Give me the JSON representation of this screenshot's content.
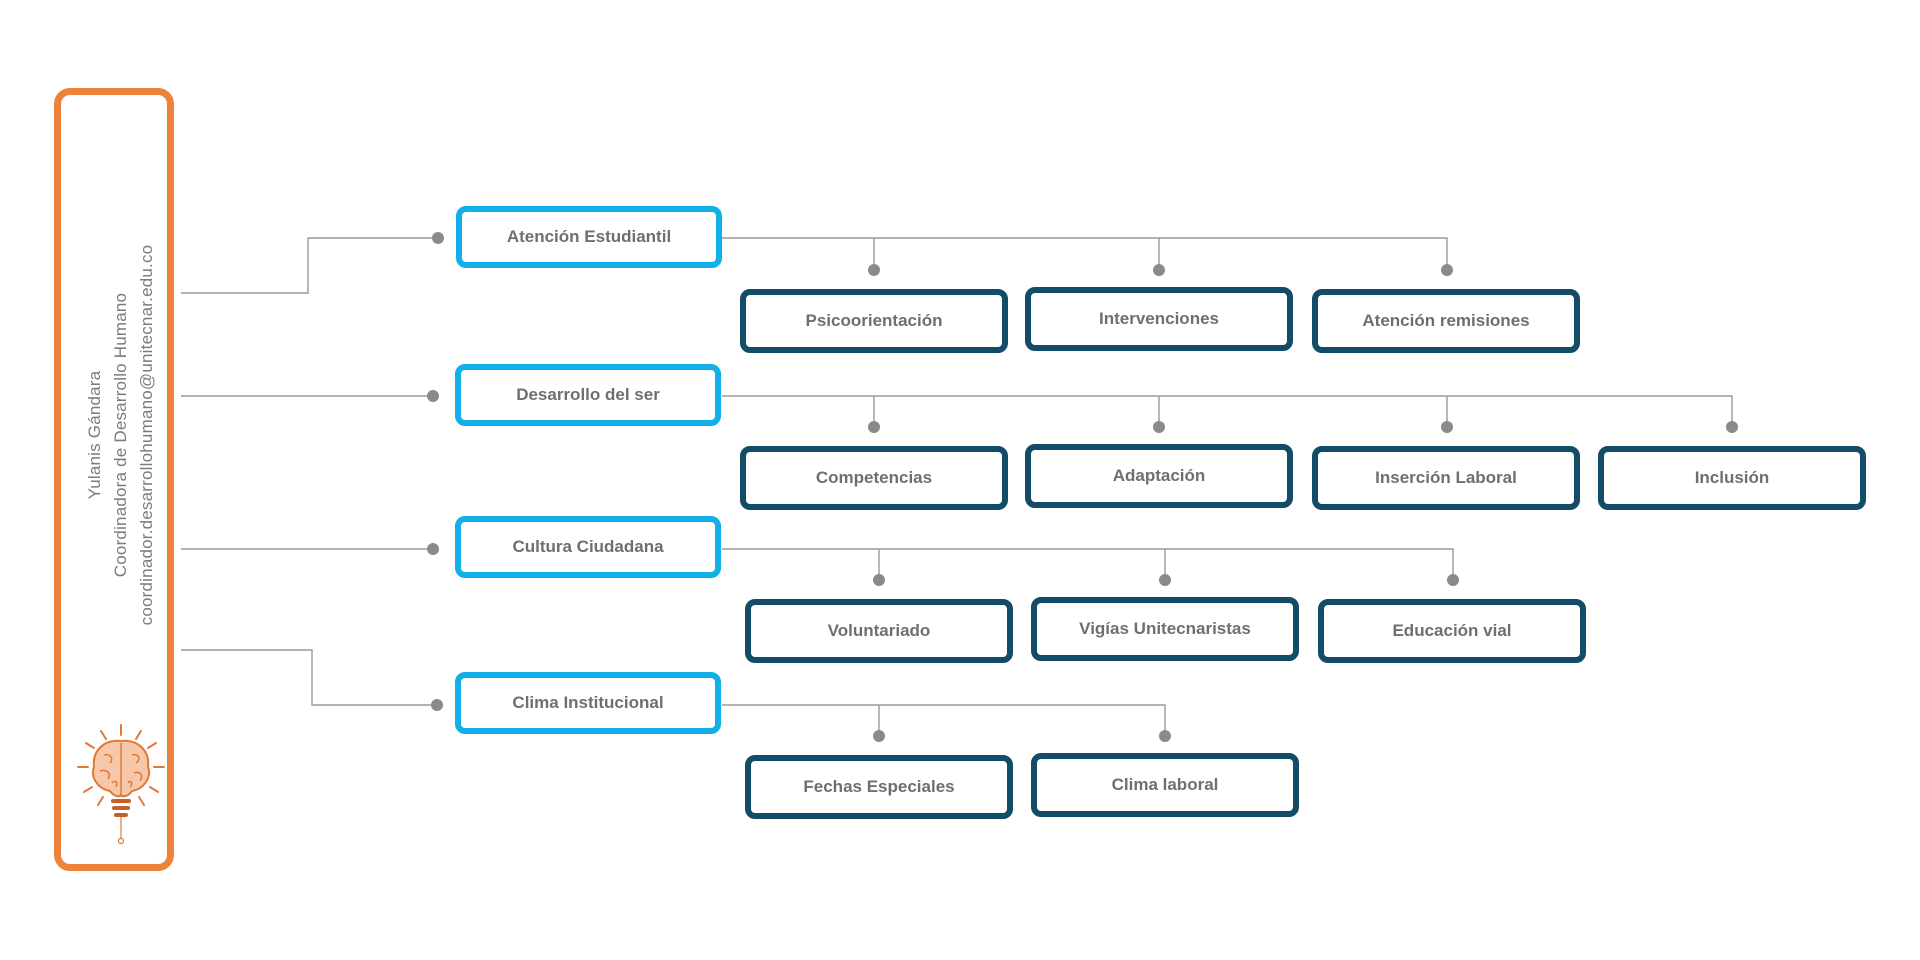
{
  "profile": {
    "name": "Yulanis Gándara",
    "role": "Coordinadora de Desarrollo Humano",
    "email": "coordinador.desarrollohumano@unitecnar.edu.co",
    "logo_icon": "brain-lightbulb-icon"
  },
  "colors": {
    "accent": "#ED823B",
    "category_border": "#11B0E8",
    "leaf_border": "#124C66",
    "text": "#6F6F6F",
    "connector": "#9A9A9A"
  },
  "branches": [
    {
      "label": "Atención Estudiantil",
      "children": [
        "Psicoorientación",
        "Intervenciones",
        "Atención remisiones"
      ]
    },
    {
      "label": "Desarrollo del ser",
      "children": [
        "Competencias",
        "Adaptación",
        "Inserción Laboral",
        "Inclusión"
      ]
    },
    {
      "label": "Cultura Ciudadana",
      "children": [
        "Voluntariado",
        "Vigías Unitecnaristas",
        "Educación vial"
      ]
    },
    {
      "label": "Clima Institucional",
      "children": [
        "Fechas Especiales",
        "Clima laboral"
      ]
    }
  ]
}
